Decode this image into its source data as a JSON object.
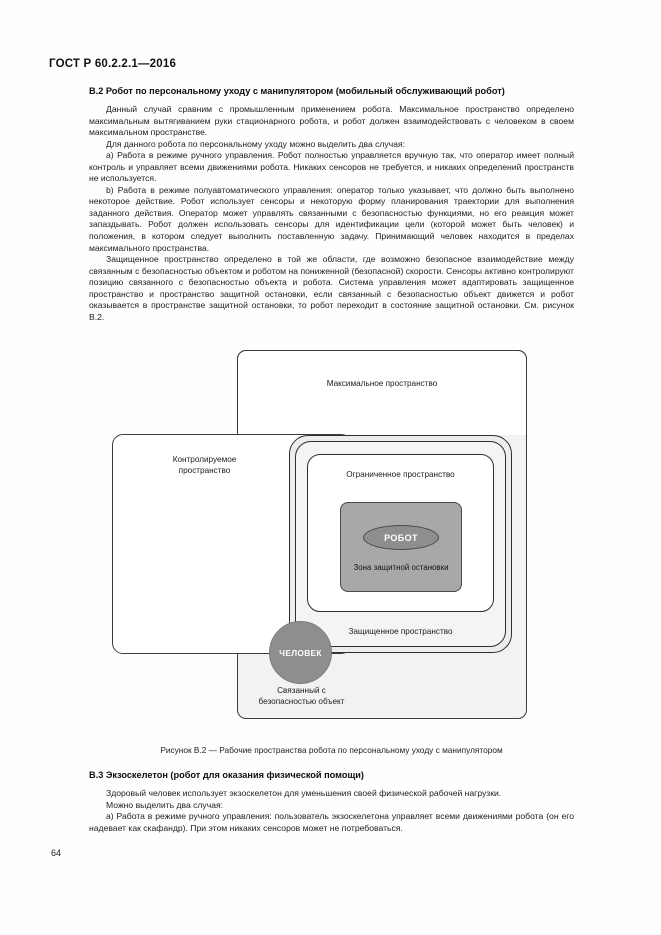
{
  "document": {
    "header": "ГОСТ Р 60.2.2.1—2016",
    "page_number": "64"
  },
  "section_b2": {
    "heading": "B.2 Робот по персональному уходу с манипулятором (мобильный обслуживающий робот)",
    "paragraphs": [
      "Данный случай сравним с промышленным применением робота. Максимальное пространство определено максимальным вытягиванием руки стационарного робота, и робот должен взаимодействовать с человеком в своем максимальном пространстве.",
      "Для данного робота по персональному уходу можно выделить два случая:",
      "a) Работа в режиме ручного управления. Робот полностью управляется вручную так, что оператор имеет полный контроль и управляет всеми движениями робота. Никаких сенсоров не требуется, и никаких определений пространств не используется.",
      "b) Работа в режиме полуавтоматического управления: оператор только указывает, что должно быть выполнено некоторое действие. Робот использует сенсоры и некоторую форму планирования траектории для выполнения заданного действия. Оператор может управлять связанными с безопасностью функциями, но его реакция может запаздывать. Робот должен использовать сенсоры для идентификации цели (которой может быть человек) и положения, в котором следует выполнить поставленную задачу. Принимающий человек находится в пределах максимального пространства.",
      "Защищенное пространство определено в той же области, где возможно безопасное взаимодействие между связанным с безопасностью объектом и роботом на пониженной (безопасной) скорости. Сенсоры активно контролируют позицию связанного с безопасностью объекта и робота. Система управления может адаптировать защищенное пространство и пространство защитной остановки, если связанный с безопасностью объект движется и робот оказывается в пространстве защитной остановки, то робот переходит в состояние защитной остановки. См. рисунок B.2."
    ]
  },
  "figure": {
    "caption": "Рисунок В.2 — Рабочие пространства робота по персональному уходу с манипулятором",
    "labels": {
      "maximum_space": "Максимальное пространство",
      "controlled_space": "Контролируемое\nпространство",
      "controlled_space_line1": "Контролируемое",
      "controlled_space_line2": "пространство",
      "restricted_space": "Ограниченное пространство",
      "safeguarded_space": "Защищенное пространство",
      "protective_stop_zone": "Зона защитной остановки",
      "robot": "РОБОТ",
      "human": "ЧЕЛОВЕК",
      "related_object_line1": "Связанный с",
      "related_object_line2": "безопасностью объект"
    },
    "colors": {
      "stop_zone_fill": "#a8a8a8",
      "robot_fill": "#8e8e8e",
      "human_fill": "#8e8e8e",
      "maximum_space_fill": "#f2f2f2",
      "safeguarded_fill": "#ededed",
      "outline": "#2e2e2e"
    }
  },
  "section_b3": {
    "heading": "B.3 Экзоскелетон (робот для оказания физической помощи)",
    "paragraphs": [
      "Здоровый человек использует экзоскелетон для уменьшения своей физической рабочей нагрузки.",
      "Можно выделить два случая:",
      "a) Работа в режиме ручного управления: пользователь экзоскелетона управляет всеми движениями робота (он его надевает как скафандр). При этом никаких сенсоров может не потребоваться."
    ]
  }
}
